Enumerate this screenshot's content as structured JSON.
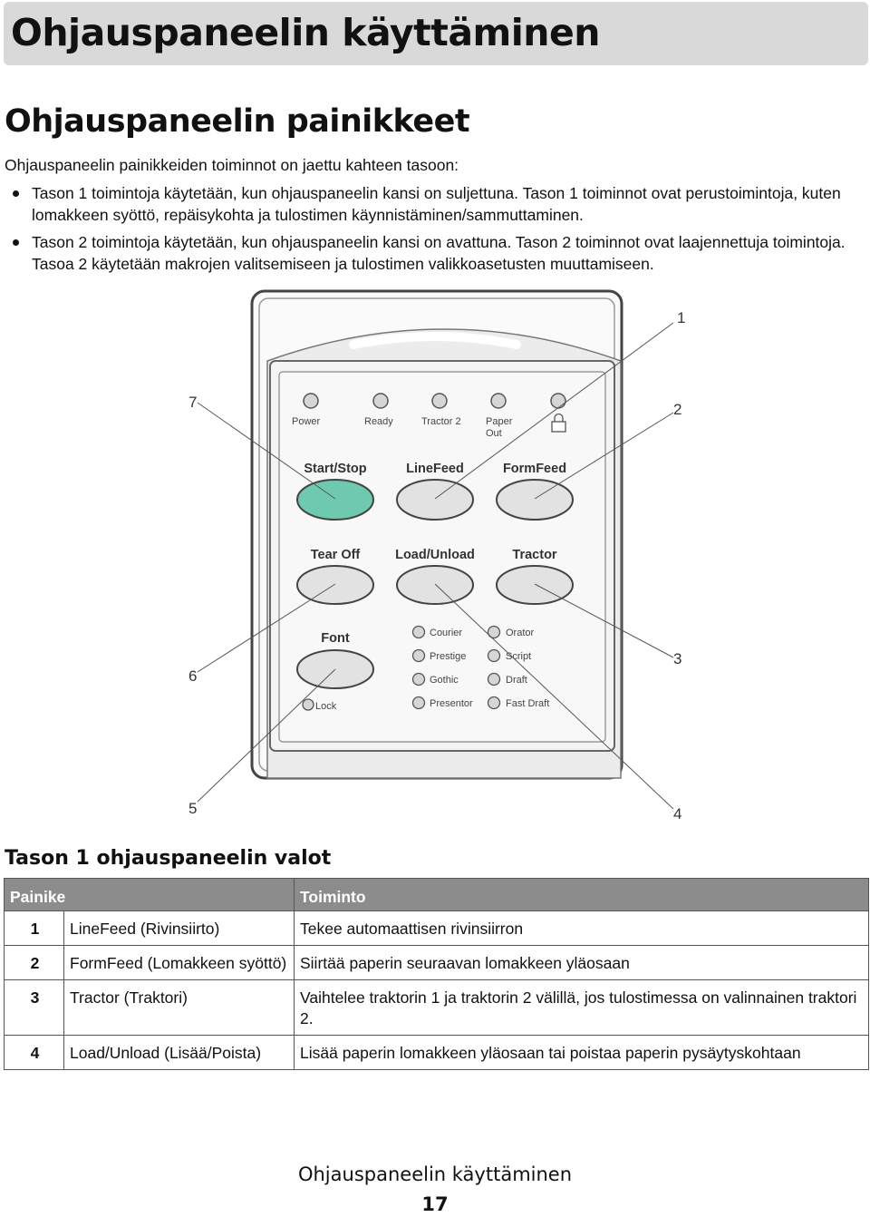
{
  "chapter": {
    "title": "Ohjauspaneelin käyttäminen"
  },
  "section": {
    "title": "Ohjauspaneelin painikkeet",
    "intro": "Ohjauspaneelin painikkeiden toiminnot on jaettu kahteen tasoon:",
    "bullets": [
      "Tason 1 toimintoja käytetään, kun ohjauspaneelin kansi on suljettuna. Tason 1 toiminnot ovat perustoimintoja, kuten lomakkeen syöttö, repäisykohta ja tulostimen käynnistäminen/sammuttaminen.",
      "Tason 2 toimintoja käytetään, kun ohjauspaneelin kansi on avattuna. Tason 2 toiminnot ovat laajennettuja toimintoja. Tasoa 2 käytetään makrojen valitsemiseen ja tulostimen valikkoasetusten muuttamiseen."
    ]
  },
  "figure": {
    "indicators": [
      "Power",
      "Ready",
      "Tractor 2",
      "Paper",
      "Out"
    ],
    "buttons": [
      "Start/Stop",
      "LineFeed",
      "FormFeed",
      "Tear Off",
      "Load/Unload",
      "Tractor",
      "Font"
    ],
    "lock_label": "Lock",
    "fonts_left": [
      "Courier",
      "Prestige",
      "Gothic",
      "Presentor"
    ],
    "fonts_right": [
      "Orator",
      "Script",
      "Draft",
      "Fast Draft"
    ],
    "callouts": [
      "1",
      "2",
      "3",
      "4",
      "5",
      "6",
      "7"
    ],
    "colors": {
      "start_stop_button": "#6fc9b0",
      "button": "#e2e2e2",
      "panel": "#f2f2f2"
    }
  },
  "table": {
    "title": "Tason 1 ohjauspaneelin valot",
    "headers": [
      "Painike",
      "Toiminto"
    ],
    "rows": [
      {
        "num": "1",
        "button": "LineFeed (Rivinsiirto)",
        "function": "Tekee automaattisen rivinsiirron"
      },
      {
        "num": "2",
        "button": "FormFeed (Lomakkeen syöttö)",
        "function": "Siirtää paperin seuraavan lomakkeen yläosaan"
      },
      {
        "num": "3",
        "button": "Tractor (Traktori)",
        "function": "Vaihtelee traktorin 1 ja traktorin 2 välillä, jos tulostimessa on valinnainen traktori 2."
      },
      {
        "num": "4",
        "button": "Load/Unload (Lisää/Poista)",
        "function": "Lisää paperin lomakkeen yläosaan tai poistaa paperin pysäytyskohtaan"
      }
    ]
  },
  "footer": {
    "title": "Ohjauspaneelin käyttäminen",
    "page": "17"
  }
}
